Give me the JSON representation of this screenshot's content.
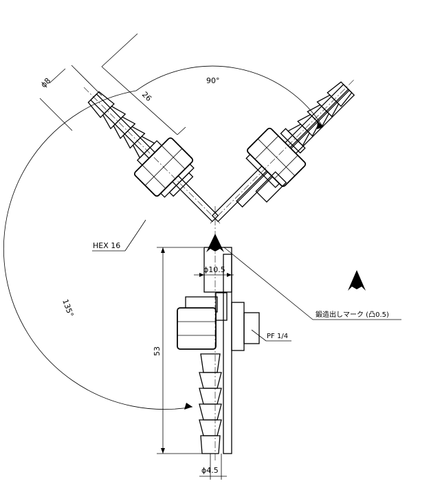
{
  "dimensions": {
    "angle_top": "90°",
    "angle_side": "135°",
    "barb_dia_top": "ϕ8",
    "length_top": "26",
    "hex": "HEX 16",
    "inner_dia": "ϕ10.5",
    "height": "53",
    "outlet_dia": "ϕ4.5"
  },
  "notes": {
    "forging_mark": "鍛造出しマーク (凸0.5)",
    "thread": "PF 1/4"
  },
  "icons": {
    "mark_symbol": "forging-mark-icon"
  }
}
